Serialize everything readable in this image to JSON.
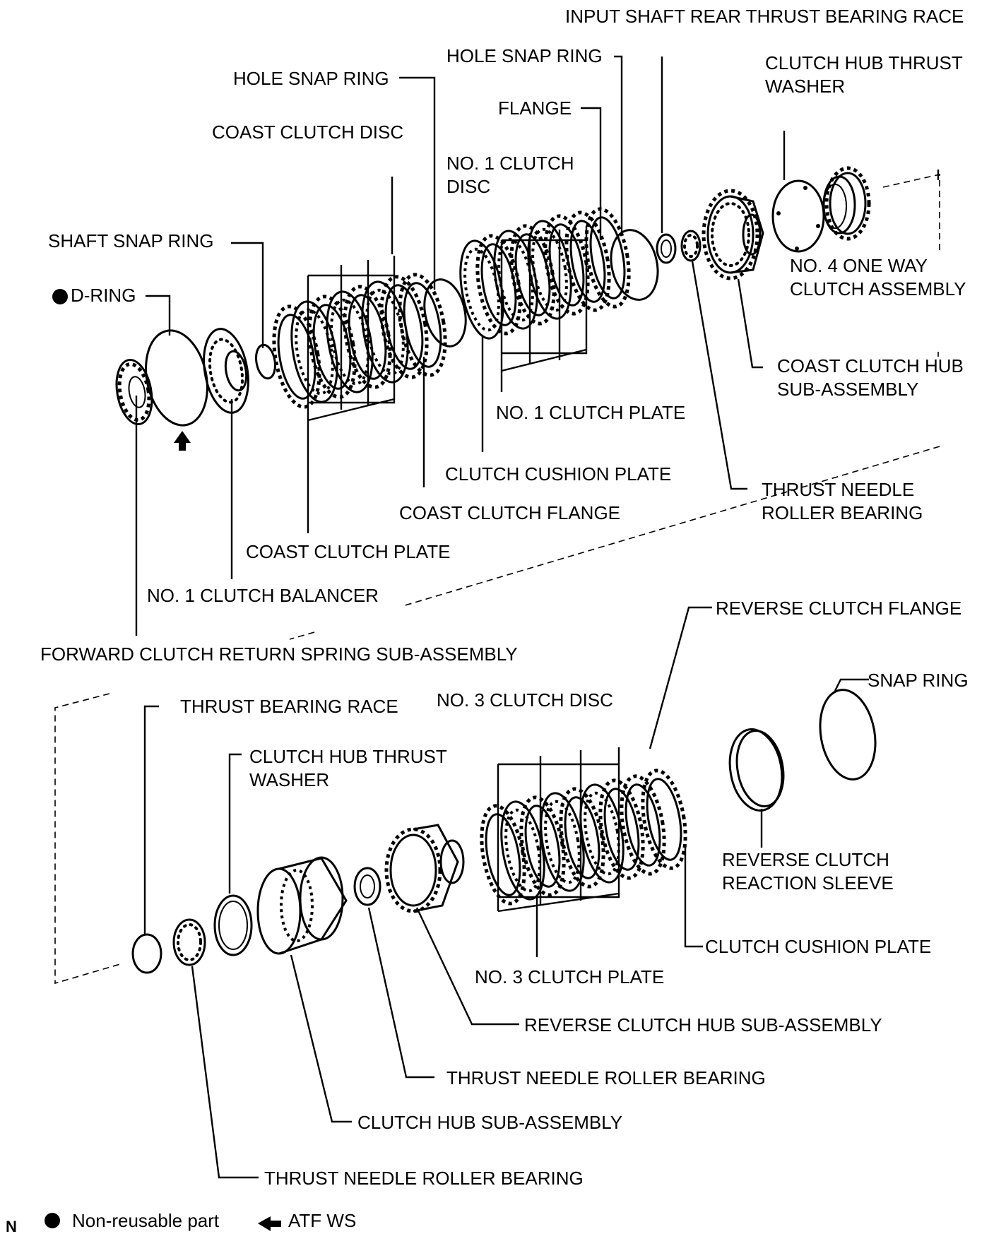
{
  "labels": {
    "input_shaft_rear_thrust_bearing_race": "INPUT SHAFT REAR THRUST BEARING RACE",
    "hole_snap_ring_upper_right": "HOLE SNAP RING",
    "clutch_hub_thrust_washer_top_1": "CLUTCH HUB THRUST",
    "clutch_hub_thrust_washer_top_2": "WASHER",
    "hole_snap_ring_upper_left": "HOLE SNAP RING",
    "flange": "FLANGE",
    "coast_clutch_disc": "COAST CLUTCH DISC",
    "no1_clutch_disc_1": "NO. 1 CLUTCH",
    "no1_clutch_disc_2": "DISC",
    "shaft_snap_ring": "SHAFT SNAP RING",
    "no4_one_way_clutch_1": "NO. 4 ONE WAY",
    "no4_one_way_clutch_2": "CLUTCH ASSEMBLY",
    "d_ring": "D-RING",
    "coast_clutch_hub_1": "COAST CLUTCH HUB",
    "coast_clutch_hub_2": "SUB-ASSEMBLY",
    "no1_clutch_plate": "NO. 1 CLUTCH PLATE",
    "clutch_cushion_plate_top": "CLUTCH CUSHION PLATE",
    "thrust_needle_top_1": "THRUST NEEDLE",
    "thrust_needle_top_2": "ROLLER BEARING",
    "coast_clutch_flange": "COAST CLUTCH FLANGE",
    "coast_clutch_plate": "COAST CLUTCH PLATE",
    "no1_clutch_balancer": "NO. 1 CLUTCH BALANCER",
    "reverse_clutch_flange": "REVERSE CLUTCH FLANGE",
    "forward_clutch_return_spring": "FORWARD CLUTCH RETURN SPRING SUB-ASSEMBLY",
    "snap_ring": "SNAP RING",
    "thrust_bearing_race": "THRUST BEARING RACE",
    "no3_clutch_disc": "NO. 3 CLUTCH DISC",
    "clutch_hub_thrust_washer_bot_1": "CLUTCH HUB THRUST",
    "clutch_hub_thrust_washer_bot_2": "WASHER",
    "reverse_clutch_reaction_sleeve_1": "REVERSE CLUTCH",
    "reverse_clutch_reaction_sleeve_2": "REACTION SLEEVE",
    "clutch_cushion_plate_bot": "CLUTCH CUSHION PLATE",
    "no3_clutch_plate": "NO. 3 CLUTCH PLATE",
    "reverse_clutch_hub": "REVERSE CLUTCH HUB SUB-ASSEMBLY",
    "thrust_needle_roller_bearing_mid": "THRUST NEEDLE ROLLER BEARING",
    "clutch_hub_sub_assembly": "CLUTCH HUB SUB-ASSEMBLY",
    "thrust_needle_roller_bearing_bot": "THRUST NEEDLE ROLLER BEARING"
  },
  "legend": {
    "corner_mark": "N",
    "non_reusable": "Non-reusable part",
    "atf": "ATF WS"
  }
}
